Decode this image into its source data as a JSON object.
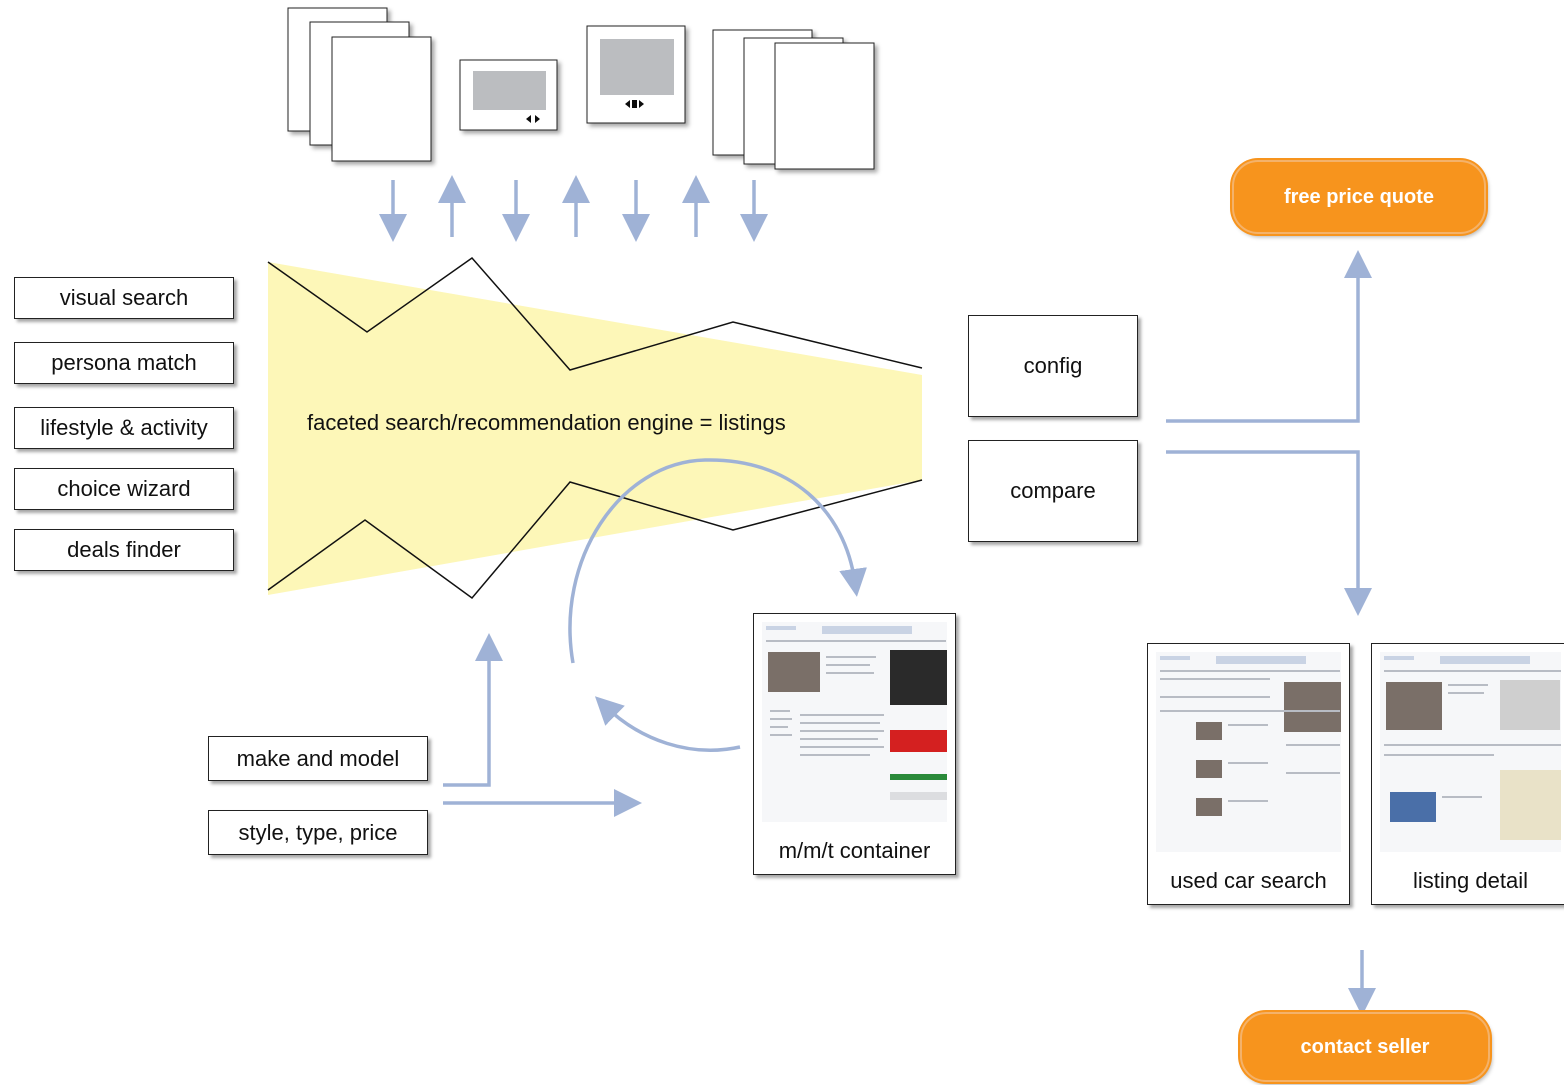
{
  "left_options": [
    "visual search",
    "persona match",
    "lifestyle & activity",
    "choice wizard",
    "deals finder"
  ],
  "engine": {
    "label": "faceted search/recommendation engine = listings"
  },
  "tools": {
    "config": "config",
    "compare": "compare"
  },
  "entry_points": {
    "make_model": "make and model",
    "style_type_price": "style, type, price"
  },
  "pages": {
    "mmt": "m/m/t container",
    "used_search": "used car search",
    "listing_detail": "listing detail"
  },
  "ctas": {
    "price_quote": "free price quote",
    "contact_seller": "contact seller"
  },
  "colors": {
    "arrow": "#9fb2d6",
    "cta": "#f7941d",
    "funnel": "#fdf7b8"
  }
}
